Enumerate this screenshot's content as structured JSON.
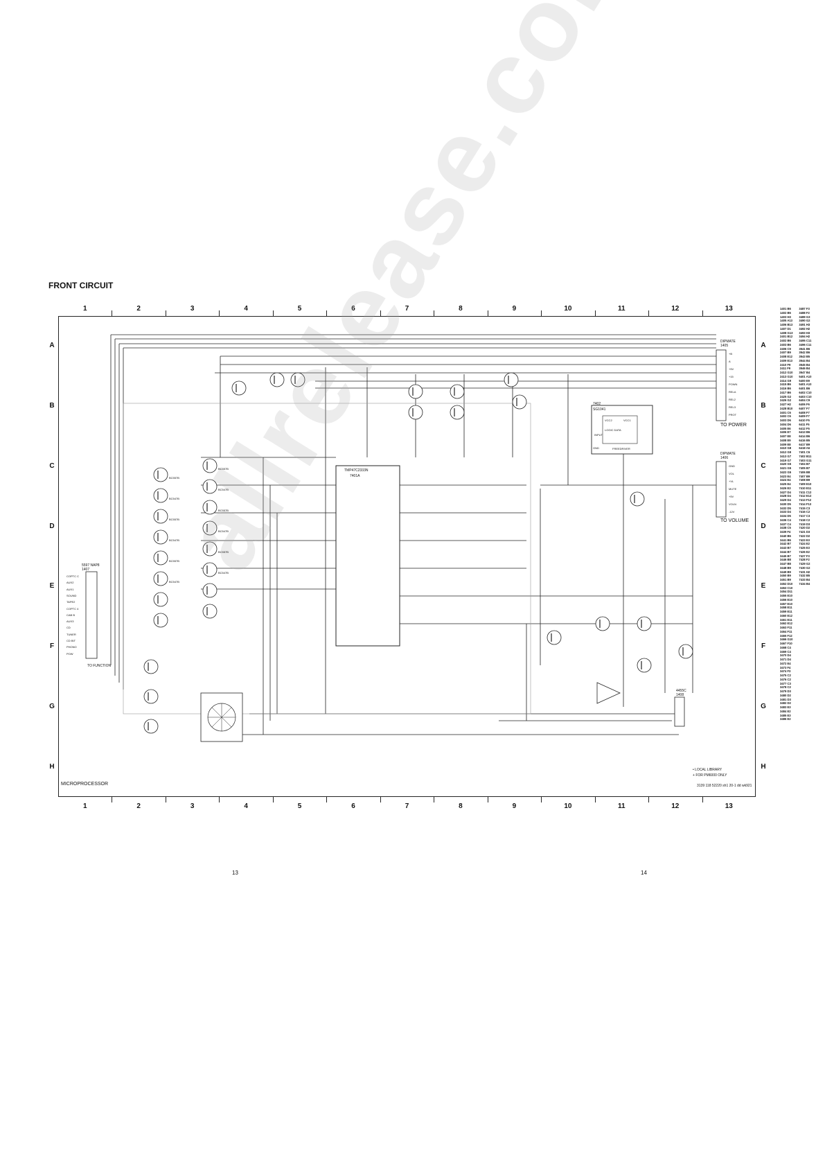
{
  "page_title": "FRONT CIRCUIT",
  "grid": {
    "columns": [
      "1",
      "2",
      "3",
      "4",
      "5",
      "6",
      "7",
      "8",
      "9",
      "10",
      "11",
      "12",
      "13"
    ],
    "rows": [
      "A",
      "B",
      "C",
      "D",
      "E",
      "F",
      "G",
      "H"
    ]
  },
  "connectors": {
    "left": {
      "name": "5597 NAP8",
      "ref": "1407",
      "caption": "TO FUNCTION",
      "pins": [
        "COPTC C",
        "AUX2",
        "AUX1",
        "SOUND",
        "TAPE2",
        "COPTC 4",
        "CAB B",
        "AUX3",
        "CD",
        "TUNER",
        "CD BIT",
        "PHONO",
        "POW"
      ]
    },
    "power": {
      "name": "DIPMATE",
      "ref": "1405",
      "caption": "TO POWER",
      "pins": [
        "+B",
        "A",
        "+5V",
        "+15",
        "POWN",
        "RELA",
        "REL2",
        "REL3",
        "PROT"
      ]
    },
    "volume": {
      "name": "DIPMATE",
      "ref": "1406",
      "caption": "TO VOLUME",
      "pins": [
        "GND",
        "VOL",
        "+VL",
        "MUTE",
        "+5V",
        "VOLN",
        "-12V"
      ]
    },
    "bottom": {
      "name": "4455C",
      "ref": "1408"
    }
  },
  "chips": {
    "mcu": {
      "part": "TMP47C2333N",
      "ref": "7401A"
    },
    "motor": {
      "part": "SG1041",
      "ref": "7402",
      "labels": [
        "VCC2",
        "VCC1",
        "GND",
        "FREEDRIVER",
        "LOGIC DATA",
        "INPUT"
      ]
    },
    "micro_caption": "MICROPROCESSOR"
  },
  "transistor_labels": [
    "BC557B",
    "BC547B",
    "BC557B",
    "BC547B",
    "BC557B",
    "BC547B",
    "BC557B",
    "BC547B",
    "BC557B",
    "BC547B",
    "BC557B",
    "BC547B"
  ],
  "notes": {
    "note1": "LOCAL LIBRARY",
    "note2": "FOR PM6000 ONLY",
    "drawing_no": "3139 118 52220 sh1 20-1  dd wk921"
  },
  "page_numbers": {
    "left": "13",
    "right": "14"
  },
  "reference_table": {
    "col1": [
      "1401 B6",
      "1402 B6",
      "1403 H3",
      "1405 A13",
      "1406 B13",
      "1407 D1",
      "1408 G13",
      "2401 B12",
      "2402 B6",
      "2403 B6",
      "2406 C9",
      "2407 B9",
      "2408 E12",
      "2409 E13",
      "2410 F9",
      "2411 F9",
      "2412 G10",
      "2413 G10",
      "2414 G9",
      "2415 B6",
      "2416 B6",
      "2417 B6",
      "2425 G2",
      "2426 G2",
      "2427 H2",
      "2428 B10",
      "3401 C6",
      "3402 C6",
      "3403 D6",
      "3404 D6",
      "3405 E6",
      "3406 E7",
      "3407 E8",
      "3408 E9",
      "3409 E8",
      "3410 G8",
      "3412 G9",
      "3413 G7",
      "3419 G7",
      "3420 G5",
      "3421 G5",
      "3422 G5",
      "3423 E4",
      "3424 E4",
      "3425 E4",
      "3426 E3",
      "3427 D4",
      "3428 D4",
      "3429 D4",
      "3430 D5",
      "3432 D5",
      "3433 D4",
      "3434 D5",
      "3436 C4",
      "3437 C4",
      "3438 C5",
      "3439 F4",
      "3440 B6",
      "3441 B6",
      "3442 B7",
      "3443 B7",
      "3444 B7",
      "3445 B7",
      "3446 B8",
      "3447 B8",
      "3448 B9",
      "3449 B9",
      "3450 B9",
      "3451 B9",
      "3452 D10",
      "3453 C10",
      "3454 D11",
      "3455 E10",
      "3456 E10",
      "3457 E10",
      "3458 E11",
      "3459 E11",
      "3460 E12",
      "3461 E11",
      "3462 E12",
      "3463 F11",
      "3464 F11",
      "3465 F12",
      "3466 G10",
      "3467 F10",
      "3468 C4",
      "3469 C4",
      "3470 D4",
      "3471 D4",
      "3472 E4",
      "3473 F4",
      "3474 F3",
      "3475 C2",
      "3476 C2",
      "3477 C3",
      "3478 C2",
      "3479 D3",
      "3480 D2",
      "3481 D3",
      "3482 D2",
      "3483 E3",
      "3484 E2",
      "3485 E3",
      "3486 E2"
    ],
    "col2": [
      "3487 F3",
      "3488 F2",
      "3489 G3",
      "3490 G2",
      "3491 H3",
      "3492 H2",
      "3493 H3",
      "3494 H2",
      "3495 C11",
      "3496 C11",
      "3541 B6",
      "3542 B6",
      "3543 B5",
      "3544 B4",
      "3545 B4",
      "3546 B4",
      "3547 B4",
      "5401 A10",
      "5400 E9",
      "5401 A10",
      "6401 B6",
      "6402 C10",
      "6403 C10",
      "6404 C9",
      "6406 F6",
      "6407 F7",
      "6408 F7",
      "6409 F7",
      "6410 F5",
      "6411 F5",
      "6412 F5",
      "6413 B6",
      "6414 B6",
      "6416 B5",
      "6417 B9",
      "6418 A6",
      "7401 C6",
      "7402 B11",
      "7403 G11",
      "7404 B7",
      "7405 B7",
      "7406 B8",
      "7407 B9",
      "7408 B9",
      "7409 E10",
      "7410 E11",
      "7411 C12",
      "7412 E12",
      "7413 F12",
      "7414 F13",
      "7415 C3",
      "7416 C2",
      "7417 C3",
      "7418 C2",
      "7419 D3",
      "7420 D2",
      "7421 D3",
      "7422 D2",
      "7423 E3",
      "7424 E2",
      "7425 E3",
      "7426 E2",
      "7427 F3",
      "7428 F2",
      "7429 G2",
      "7430 G2",
      "7431 H2",
      "7432 B5",
      "7433 B4",
      "7434 B4"
    ]
  }
}
